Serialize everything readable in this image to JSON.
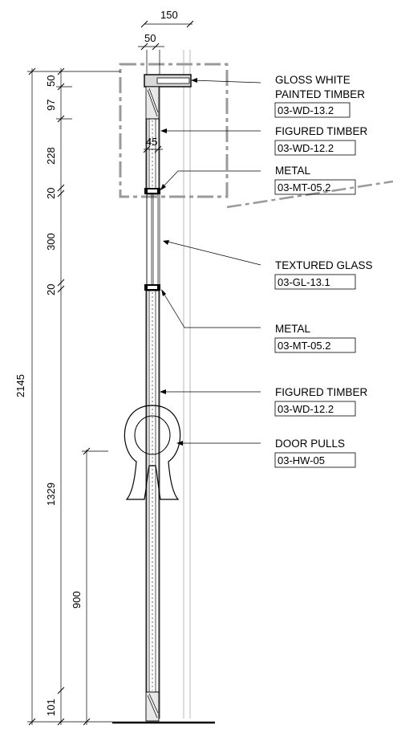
{
  "dimensions": {
    "top_overall": "150",
    "top_inner": "50",
    "glass_depth": "45",
    "overall_height": "2145",
    "seg_50": "50",
    "seg_97": "97",
    "seg_228": "228",
    "seg_20a": "20",
    "seg_300": "300",
    "seg_20b": "20",
    "seg_1329": "1329",
    "seg_101": "101",
    "pull_height": "900"
  },
  "labels": [
    {
      "lines": [
        "GLOSS WHITE",
        "PAINTED TIMBER"
      ],
      "code": "03-WD-13.2"
    },
    {
      "lines": [
        "FIGURED TIMBER"
      ],
      "code": "03-WD-12.2"
    },
    {
      "lines": [
        "METAL"
      ],
      "code": "03-MT-05.2"
    },
    {
      "lines": [
        "TEXTURED GLASS"
      ],
      "code": "03-GL-13.1"
    },
    {
      "lines": [
        "METAL"
      ],
      "code": "03-MT-05.2"
    },
    {
      "lines": [
        "FIGURED TIMBER"
      ],
      "code": "03-WD-12.2"
    },
    {
      "lines": [
        "DOOR PULLS"
      ],
      "code": "03-HW-05"
    }
  ],
  "colors": {
    "line": "#000000",
    "detail_box": "#9a9a9a",
    "timber_fill": "#d9d9d9",
    "background": "#ffffff"
  }
}
